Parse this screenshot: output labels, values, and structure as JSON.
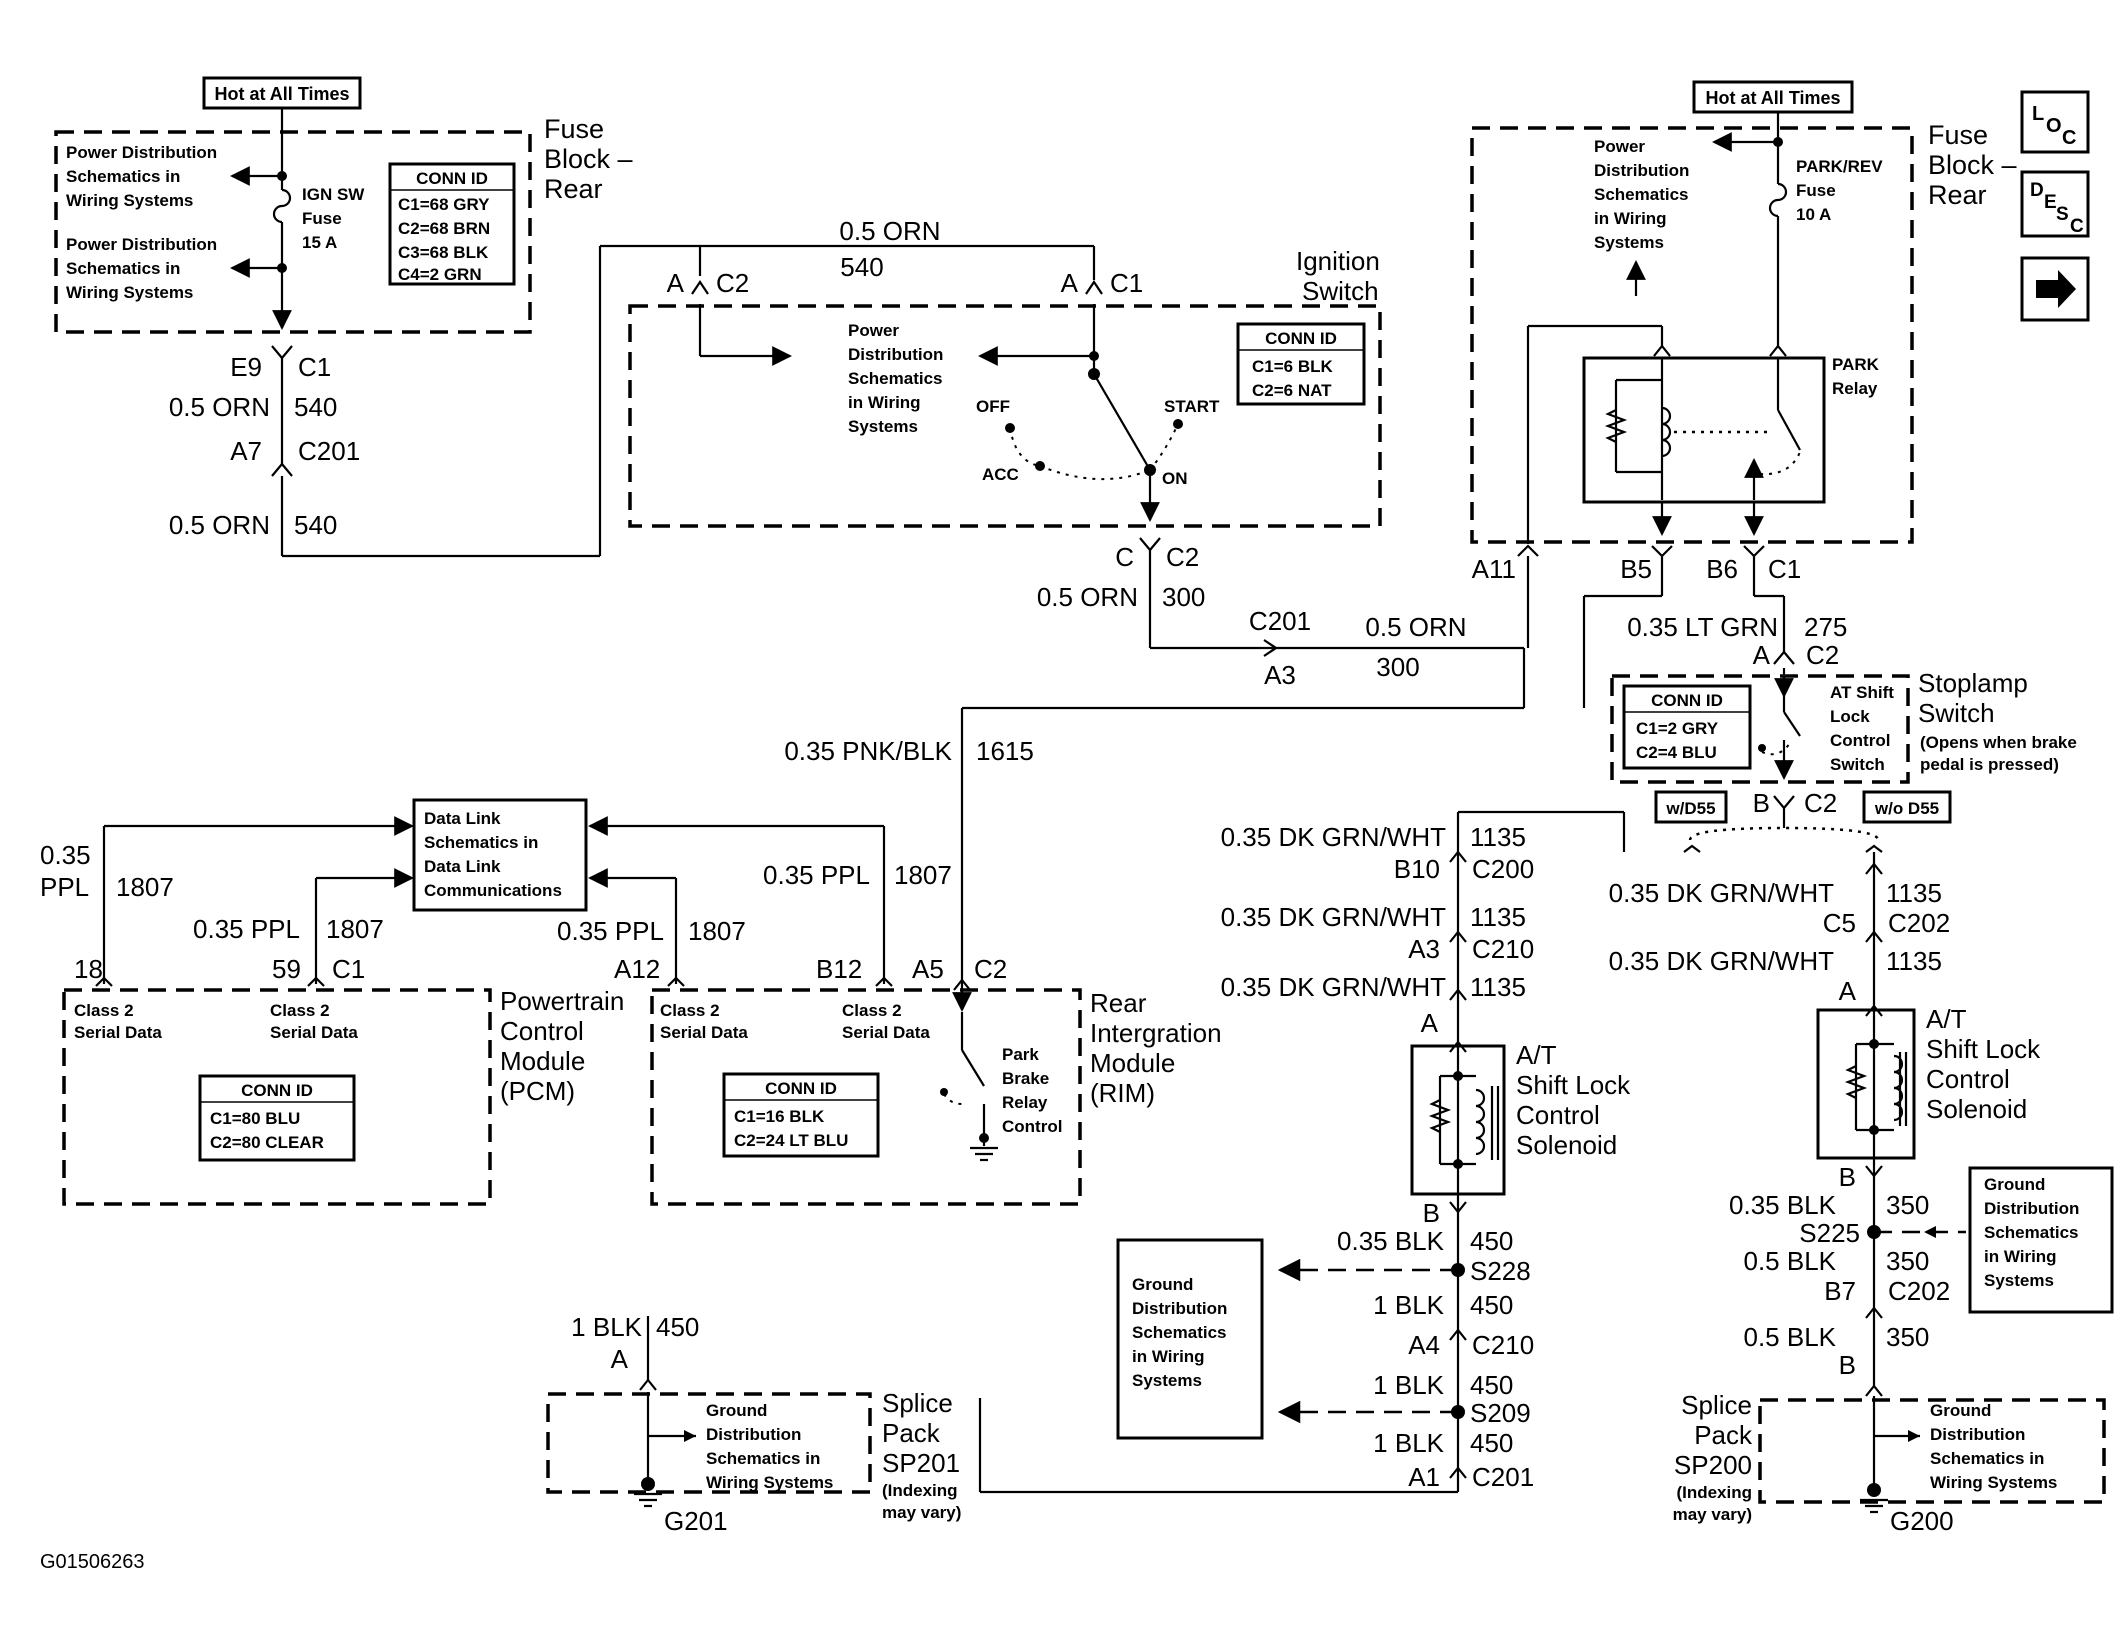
{
  "nav": {
    "loc": "LOC",
    "desc": "DESC"
  },
  "figure_id": "G01506263",
  "fuse_block_left": {
    "hot_label": "Hot at All Times",
    "title": [
      "Fuse",
      "Block –",
      "Rear"
    ],
    "pds_1": [
      "Power Distribution",
      "Schematics in",
      "Wiring Systems"
    ],
    "pds_2": [
      "Power Distribution",
      "Schematics in",
      "Wiring Systems"
    ],
    "fuse_label": [
      "IGN SW",
      "Fuse",
      "15 A"
    ],
    "conn_id_title": "CONN ID",
    "conn_ids": [
      "C1=68 GRY",
      "C2=68 BRN",
      "C3=68 BLK",
      "C4=2 GRN"
    ]
  },
  "left_harness": {
    "e9": "E9",
    "c1": "C1",
    "wire_1": "0.5 ORN",
    "circ_1": "540",
    "a7": "A7",
    "c201": "C201",
    "wire_2": "0.5 ORN",
    "circ_2": "540"
  },
  "ignition": {
    "top_wire": "0.5 ORN",
    "top_circ": "540",
    "a_left": "A",
    "c2_left": "C2",
    "a_right": "A",
    "c1_right": "C1",
    "title": [
      "Ignition",
      "Switch"
    ],
    "pds": [
      "Power",
      "Distribution",
      "Schematics",
      "in Wiring",
      "Systems"
    ],
    "off": "OFF",
    "start": "START",
    "acc": "ACC",
    "on": "ON",
    "conn_id_title": "CONN ID",
    "conn_ids": [
      "C1=6 BLK",
      "C2=6 NAT"
    ],
    "c": "C",
    "c2": "C2",
    "out_wire": "0.5 ORN",
    "out_circ": "300",
    "c201": "C201",
    "a3": "A3",
    "run_wire": "0.5 ORN",
    "run_circ": "300"
  },
  "fuse_block_right": {
    "hot_label": "Hot at All Times",
    "title": [
      "Fuse",
      "Block –",
      "Rear"
    ],
    "pds": [
      "Power",
      "Distribution",
      "Schematics",
      "in Wiring",
      "Systems"
    ],
    "fuse_label": [
      "PARK/REV",
      "Fuse",
      "10 A"
    ],
    "relay_label": [
      "PARK",
      "Relay"
    ],
    "a11": "A11",
    "b5": "B5",
    "b6": "B6",
    "c1": "C1"
  },
  "stoplamp": {
    "wire": "0.35 LT GRN",
    "circ": "275",
    "a": "A",
    "c2": "C2",
    "conn_id_title": "CONN ID",
    "conn_ids": [
      "C1=2 GRY",
      "C2=4 BLU"
    ],
    "switch_label": [
      "AT Shift",
      "Lock",
      "Control",
      "Switch"
    ],
    "title": [
      "Stoplamp",
      "Switch"
    ],
    "note": [
      "(Opens when brake",
      "pedal is pressed)"
    ],
    "b": "B",
    "c2_bottom": "C2",
    "wd55": "w/D55",
    "wod55": "w/o D55"
  },
  "pcm_circuit": {
    "pnk_wire": "0.35 PNK/BLK",
    "pnk_circ": "1615",
    "data_link": [
      "Data Link",
      "Schematics in",
      "Data Link",
      "Communications"
    ],
    "ppl_left": [
      "0.35",
      "PPL"
    ],
    "ppl_left_circ": "1807",
    "ppl_mid": "0.35 PPL",
    "ppl_mid_circ": "1807",
    "ppl_rim": "0.35 PPL",
    "ppl_rim_circ": "1807",
    "ppl_rim2": "0.35 PPL",
    "ppl_rim2_circ": "1807",
    "pin18": "18",
    "pin59": "59",
    "c1": "C1",
    "a12": "A12",
    "b12": "B12",
    "a5": "A5",
    "c2": "C2"
  },
  "pcm": {
    "serial1": [
      "Class 2",
      "Serial Data"
    ],
    "serial2": [
      "Class 2",
      "Serial Data"
    ],
    "title": [
      "Powertrain",
      "Control",
      "Module",
      "(PCM)"
    ],
    "conn_id_title": "CONN ID",
    "conn_ids": [
      "C1=80 BLU",
      "C2=80 CLEAR"
    ]
  },
  "rim": {
    "serial1": [
      "Class 2",
      "Serial Data"
    ],
    "serial2": [
      "Class 2",
      "Serial Data"
    ],
    "relay": [
      "Park",
      "Brake",
      "Relay",
      "Control"
    ],
    "title": [
      "Rear",
      "Intergration",
      "Module",
      "(RIM)"
    ],
    "conn_id_title": "CONN ID",
    "conn_ids": [
      "C1=16 BLK",
      "C2=24 LT BLU"
    ]
  },
  "mid_column": {
    "w1": "0.35 DK GRN/WHT",
    "c1": "1135",
    "p1": "B10",
    "k1": "C200",
    "w2": "0.35 DK GRN/WHT",
    "c2": "1135",
    "p2": "A3",
    "k2": "C210",
    "w3": "0.35 DK GRN/WHT",
    "c3": "1135",
    "pa": "A",
    "solenoid": [
      "A/T",
      "Shift Lock",
      "Control",
      "Solenoid"
    ],
    "pb": "B",
    "w4": "0.35 BLK",
    "c4": "450",
    "s228": "S228",
    "w5": "1 BLK",
    "c5": "450",
    "p5": "A4",
    "k5": "C210",
    "w6": "1 BLK",
    "c6": "450",
    "s209": "S209",
    "w7": "1 BLK",
    "c7": "450",
    "p7": "A1",
    "k7": "C201",
    "ground": [
      "Ground",
      "Distribution",
      "Schematics",
      "in Wiring",
      "Systems"
    ]
  },
  "right_column": {
    "w1": "0.35 DK GRN/WHT",
    "c1": "1135",
    "p1": "C5",
    "k1": "C202",
    "w2": "0.35 DK GRN/WHT",
    "c2": "1135",
    "pa": "A",
    "solenoid": [
      "A/T",
      "Shift Lock",
      "Control",
      "Solenoid"
    ],
    "pb": "B",
    "w3": "0.35 BLK",
    "c3": "350",
    "s225": "S225",
    "w4": "0.5 BLK",
    "c4": "350",
    "p4": "B7",
    "k4": "C202",
    "w5": "0.5 BLK",
    "c5": "350",
    "p5": "B",
    "ground": [
      "Ground",
      "Distribution",
      "Schematics",
      "in Wiring",
      "Systems"
    ],
    "splice": [
      "Splice",
      "Pack",
      "SP200"
    ],
    "splice_note": [
      "(Indexing",
      "may vary)"
    ],
    "splice_ground": [
      "Ground",
      "Distribution",
      "Schematics in",
      "Wiring Systems"
    ],
    "g200": "G200"
  },
  "left_splice": {
    "wire": "1 BLK",
    "circ": "450",
    "a": "A",
    "ground": [
      "Ground",
      "Distribution",
      "Schematics in",
      "Wiring Systems"
    ],
    "title": [
      "Splice",
      "Pack",
      "SP201"
    ],
    "note": [
      "(Indexing",
      "may vary)"
    ],
    "g201": "G201"
  }
}
